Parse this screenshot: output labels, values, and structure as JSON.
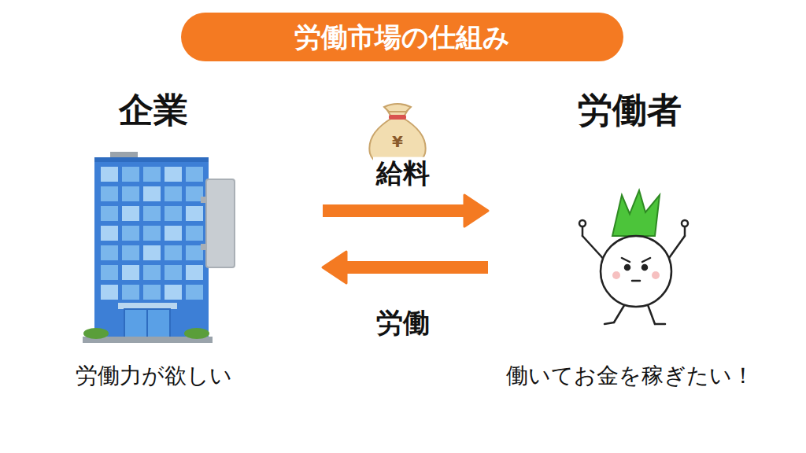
{
  "diagram": {
    "title": "労働市場の仕組み",
    "nodes": [
      {
        "text": [
          "企業",
          "労働力が欲しい"
        ]
      },
      {
        "text": [
          "労働者",
          "働いてお金を稼ぎたい！"
        ]
      }
    ],
    "edges": [
      {
        "from": 0,
        "to": 1,
        "label": "給料",
        "arrow": "to"
      },
      {
        "from": 1,
        "to": 0,
        "label": "労働",
        "arrow": "to"
      }
    ],
    "labels": [
      "¥"
    ]
  }
}
